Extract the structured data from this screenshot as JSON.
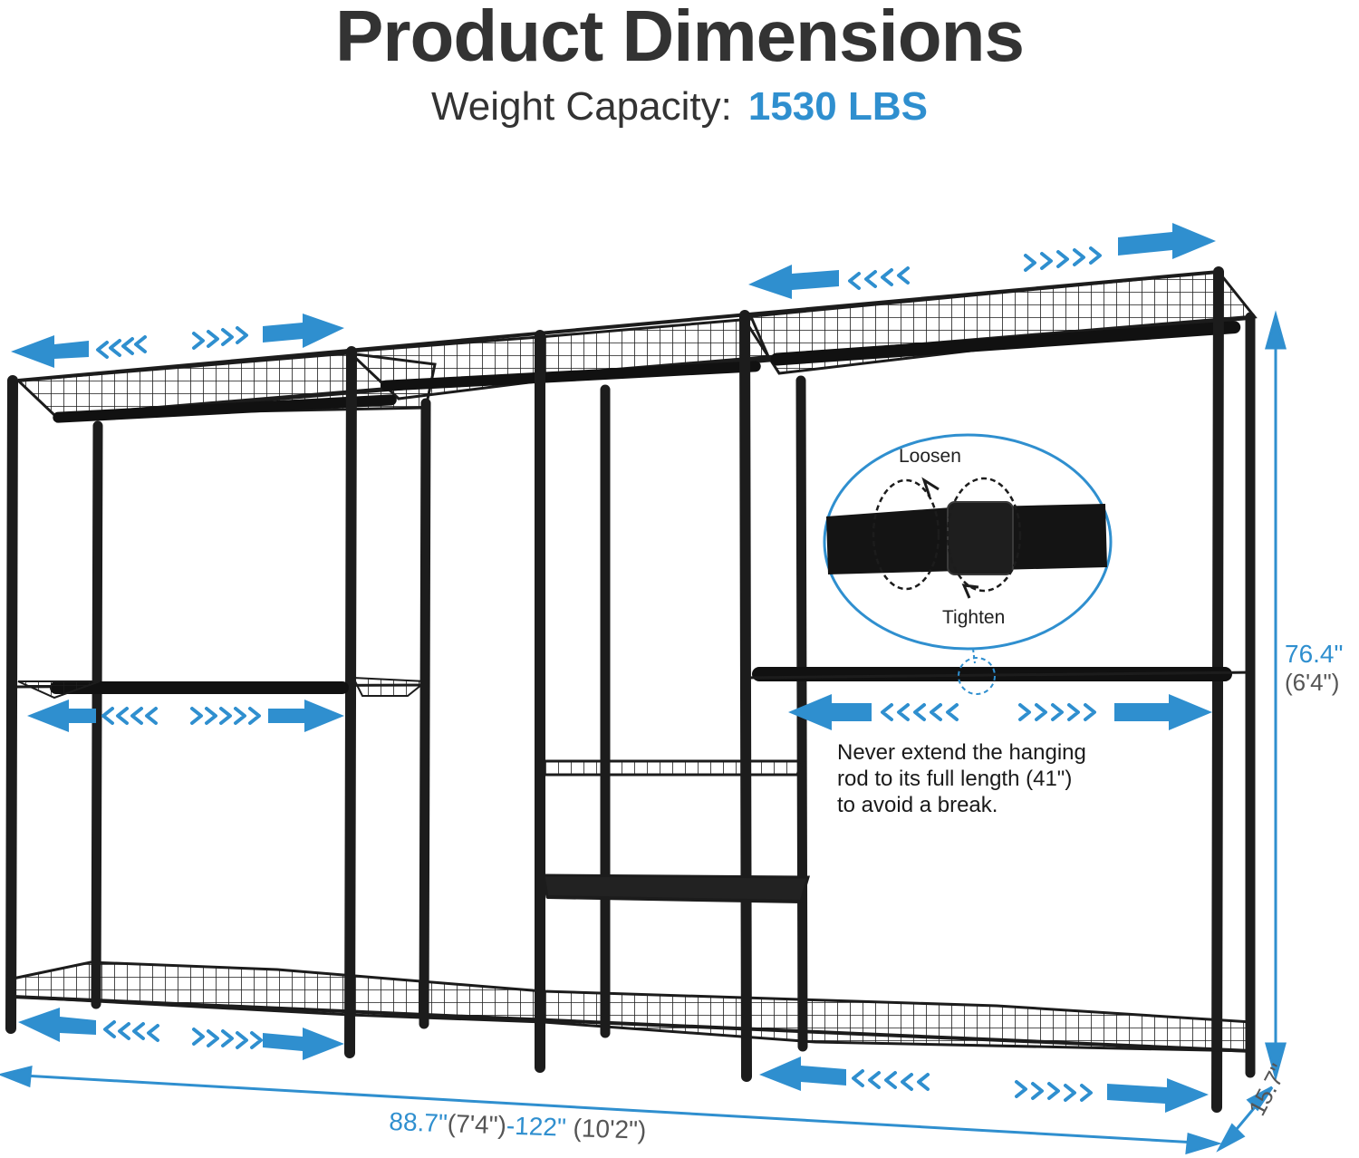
{
  "header": {
    "title": "Product Dimensions",
    "capacity_label": "Weight Capacity:",
    "capacity_value": "1530 LBS"
  },
  "detail": {
    "loosen_label": "Loosen",
    "tighten_label": "Tighten"
  },
  "note": {
    "line1": "Never extend the hanging",
    "line2": "rod to its full length (41\")",
    "line3": "to avoid a break."
  },
  "dimensions": {
    "height_in": "76.4\"",
    "height_ft": "(6'4\")",
    "width_min_in": "88.7\"",
    "width_min_ft": "(7'4\")",
    "width_sep": "-",
    "width_max_in": "122\"",
    "width_max_ft": "(10'2\")",
    "depth_in": "15.7\""
  },
  "colors": {
    "accent": "#2f8fcf",
    "frame": "#1c1c1c",
    "text": "#333333"
  }
}
